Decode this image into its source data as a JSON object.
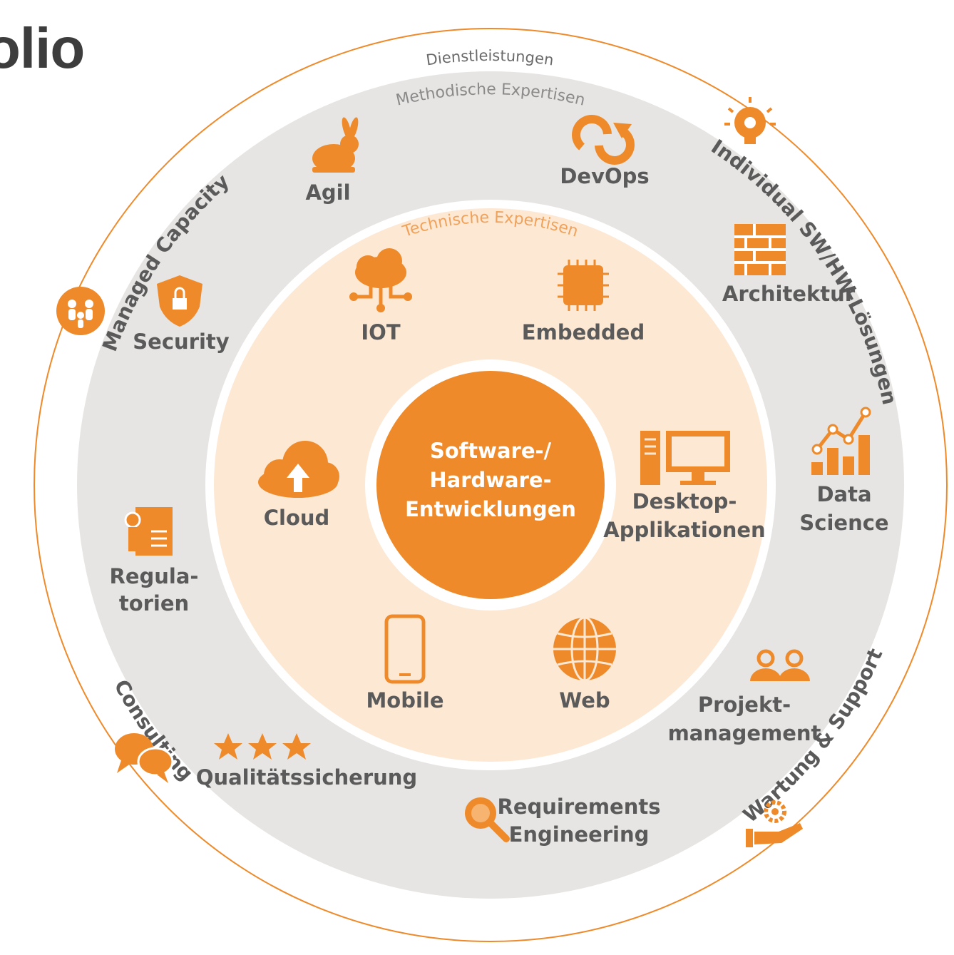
{
  "title": "olio",
  "colors": {
    "orange": "#ee8a2a",
    "gray_ring": "#e6e4e2",
    "light_orange": "#fde8d4",
    "text": "#5a5a5a"
  },
  "rings": {
    "outer": "Dienstleistungen",
    "middle": "Methodische Expertisen",
    "inner": "Technische Expertisen"
  },
  "center": {
    "line1": "Software-/",
    "line2": "Hardware-",
    "line3": "Entwicklungen"
  },
  "services": {
    "managed_capacity": "Managed Capacity",
    "individual": "Individual SW/HW-Lösungen",
    "wartung": "Wartung & Support",
    "consulting": "Consulting"
  },
  "methods": {
    "agil": "Agil",
    "devops": "DevOps",
    "architektur": "Architektur",
    "data_science_1": "Data",
    "data_science_2": "Science",
    "projekt_1": "Projekt-",
    "projekt_2": "management",
    "requirements_1": "Requirements",
    "requirements_2": "Engineering",
    "qualitaet": "Qualitätssicherung",
    "regulatorien_1": "Regula-",
    "regulatorien_2": "torien",
    "security": "Security"
  },
  "tech": {
    "iot": "IOT",
    "embedded": "Embedded",
    "desktop_1": "Desktop-",
    "desktop_2": "Applikationen",
    "web": "Web",
    "mobile": "Mobile",
    "cloud": "Cloud"
  },
  "icons": [
    "rabbit-icon",
    "cycle-icon",
    "brick-wall-icon",
    "bar-chart-icon",
    "people-icon",
    "magnifier-icon",
    "stars-icon",
    "certificate-icon",
    "shield-lock-icon",
    "cloud-network-icon",
    "chip-icon",
    "desktop-icon",
    "globe-icon",
    "smartphone-icon",
    "cloud-upload-icon",
    "lightbulb-gear-icon",
    "hand-gear-icon",
    "chat-bubbles-icon",
    "team-globe-icon"
  ]
}
